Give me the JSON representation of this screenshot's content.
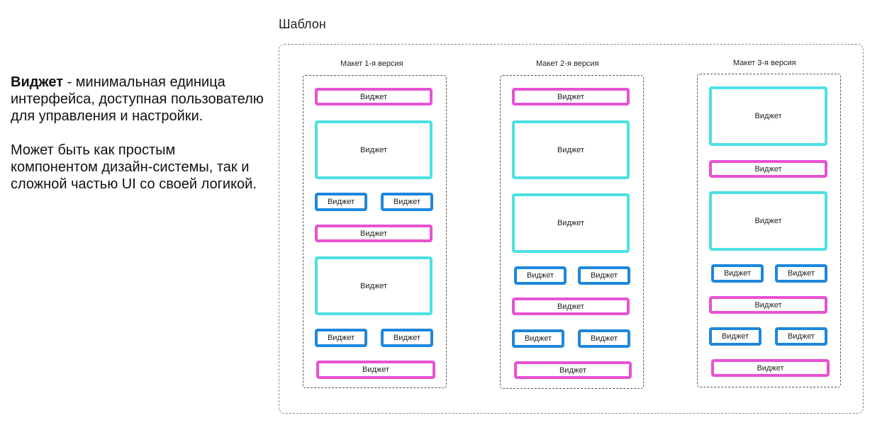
{
  "description": {
    "term": "Виджет",
    "definition_rest": " - минимальная единица интерфейса, доступная пользователю для управления и настройки.",
    "paragraph2": "Может быть как простым компонентом дизайн-системы, так и сложной частью UI со своей логикой."
  },
  "template": {
    "title": "Шаблон",
    "layouts": [
      {
        "title": "Макет 1-я версия"
      },
      {
        "title": "Макет 2-я версия"
      },
      {
        "title": "Макет 3-я версия"
      }
    ]
  },
  "widget_label": "Виджет",
  "colors": {
    "pink": "#e852d2",
    "cyan": "#4de0e3",
    "blue": "#1e86db"
  }
}
